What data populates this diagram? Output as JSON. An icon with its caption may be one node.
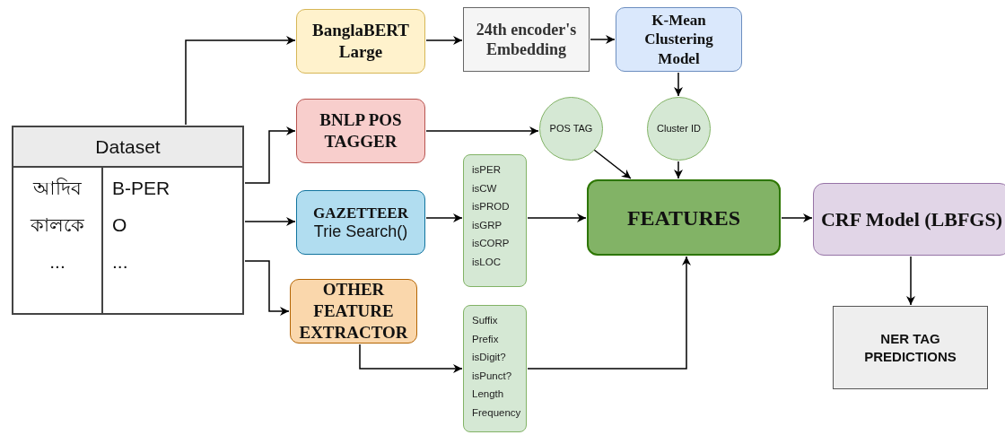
{
  "diagram": {
    "nodes": [
      {
        "text": [
          "Dataset",
          "আদিব",
          "B-PER",
          "কালকে",
          "O",
          "...",
          "..."
        ]
      },
      {
        "text": [
          "BanglaBERT Large"
        ]
      },
      {
        "text": [
          "24th encoder's Embedding"
        ]
      },
      {
        "text": [
          "K-Mean Clustering Model"
        ]
      },
      {
        "text": [
          "BNLP POS TAGGER"
        ]
      },
      {
        "text": [
          "POS TAG"
        ]
      },
      {
        "text": [
          "Cluster ID"
        ]
      },
      {
        "text": [
          "GAZETTEER",
          "Trie Search()"
        ]
      },
      {
        "text": [
          "isPER",
          "isCW",
          "isPROD",
          "isGRP",
          "isCORP",
          "isLOC"
        ]
      },
      {
        "text": [
          "FEATURES"
        ]
      },
      {
        "text": [
          "CRF Model (LBFGS)"
        ]
      },
      {
        "text": [
          "OTHER FEATURE EXTRACTOR"
        ]
      },
      {
        "text": [
          "Suffix",
          "Prefix",
          "isDigit?",
          "isPunct?",
          "Length",
          "Frequency"
        ]
      },
      {
        "text": [
          "NER TAG PREDICTIONS"
        ]
      }
    ],
    "edges": [
      {
        "from": 0,
        "to": 1,
        "arrow": "to"
      },
      {
        "from": 0,
        "to": 4,
        "arrow": "to"
      },
      {
        "from": 0,
        "to": 7,
        "arrow": "to"
      },
      {
        "from": 0,
        "to": 11,
        "arrow": "to"
      },
      {
        "from": 1,
        "to": 2,
        "arrow": "to"
      },
      {
        "from": 2,
        "to": 3,
        "arrow": "to"
      },
      {
        "from": 3,
        "to": 6,
        "arrow": "to"
      },
      {
        "from": 4,
        "to": 5,
        "arrow": "to"
      },
      {
        "from": 5,
        "to": 9,
        "arrow": "to"
      },
      {
        "from": 6,
        "to": 9,
        "arrow": "to"
      },
      {
        "from": 7,
        "to": 8,
        "arrow": "to"
      },
      {
        "from": 8,
        "to": 9,
        "arrow": "to"
      },
      {
        "from": 11,
        "to": 12,
        "arrow": "to"
      },
      {
        "from": 12,
        "to": 9,
        "arrow": "to"
      },
      {
        "from": 9,
        "to": 10,
        "arrow": "to"
      },
      {
        "from": 10,
        "to": 13,
        "arrow": "to"
      }
    ]
  }
}
